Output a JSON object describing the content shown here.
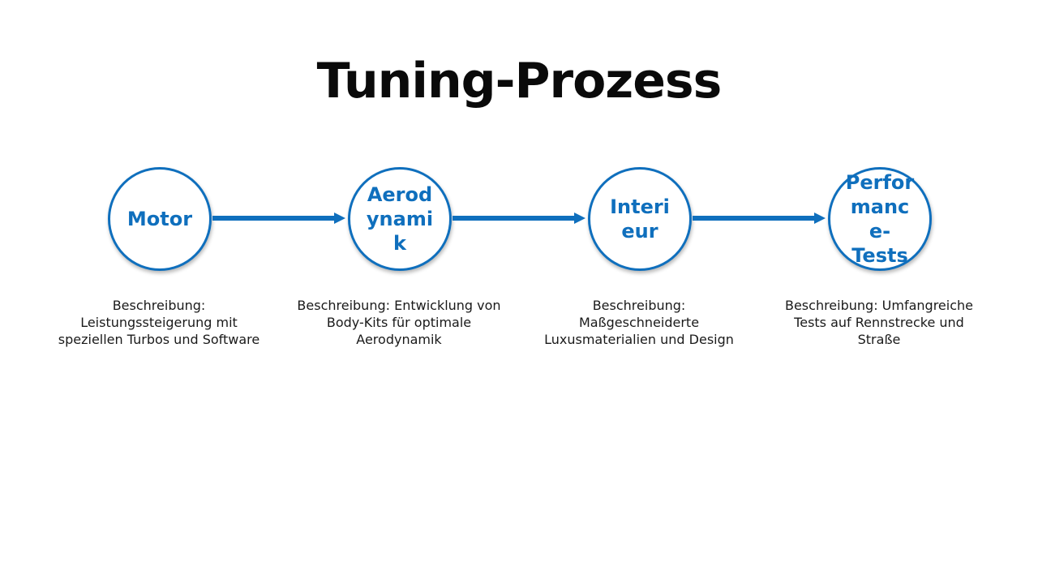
{
  "title": "Tuning-Prozess",
  "colors": {
    "accent": "#0f6fbd",
    "text": "#1a1a1a",
    "title": "#0a0a0a",
    "background": "#ffffff"
  },
  "steps": [
    {
      "label": "Motor",
      "description": "Beschreibung:\nLeistungssteigerung mit\nspeziellen Turbos und Software"
    },
    {
      "label": "Aerod\nynami\nk",
      "description": "Beschreibung: Entwicklung von\nBody-Kits für optimale\nAerodynamik"
    },
    {
      "label": "Interi\neur",
      "description": "Beschreibung:\nMaßgeschneiderte\nLuxusmaterialien und Design"
    },
    {
      "label": "Perfor\nmanc\ne-\nTests",
      "description": "Beschreibung: Umfangreiche\nTests auf Rennstrecke und\nStraße"
    }
  ]
}
